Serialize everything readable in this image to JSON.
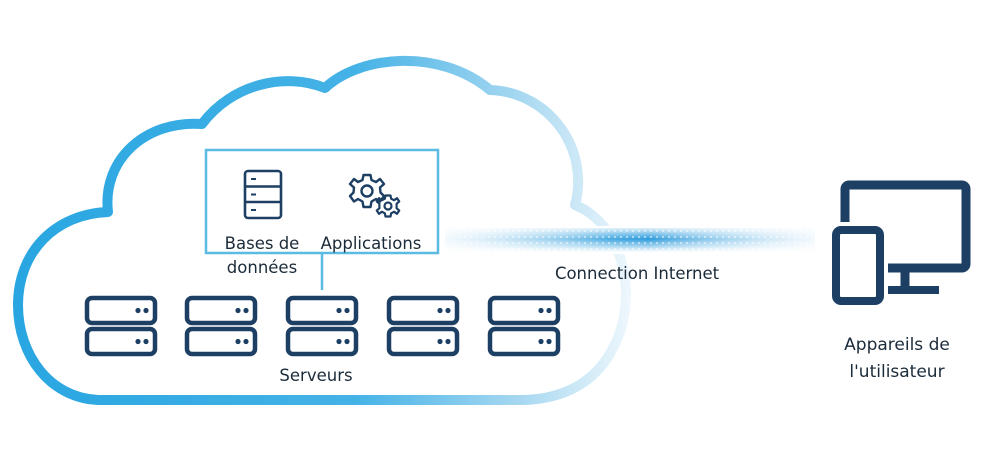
{
  "labels": {
    "databases_line1": "Bases de",
    "databases_line2": "données",
    "applications": "Applications",
    "servers": "Serveurs",
    "internet": "Connection Internet",
    "devices_line1": "Appareils de",
    "devices_line2": "l'utilisateur"
  },
  "icons": {
    "database": "database-icon",
    "applications": "gears-icon",
    "server": "server-rack-icon",
    "devices": "monitor-and-phone-icon"
  },
  "colors": {
    "cloud_blue": "#29a6e1",
    "cloud_fade": "#d9eef9",
    "dark_navy": "#1d3f63",
    "box_border": "#5bbbe3",
    "text": "#1b2b3a"
  }
}
